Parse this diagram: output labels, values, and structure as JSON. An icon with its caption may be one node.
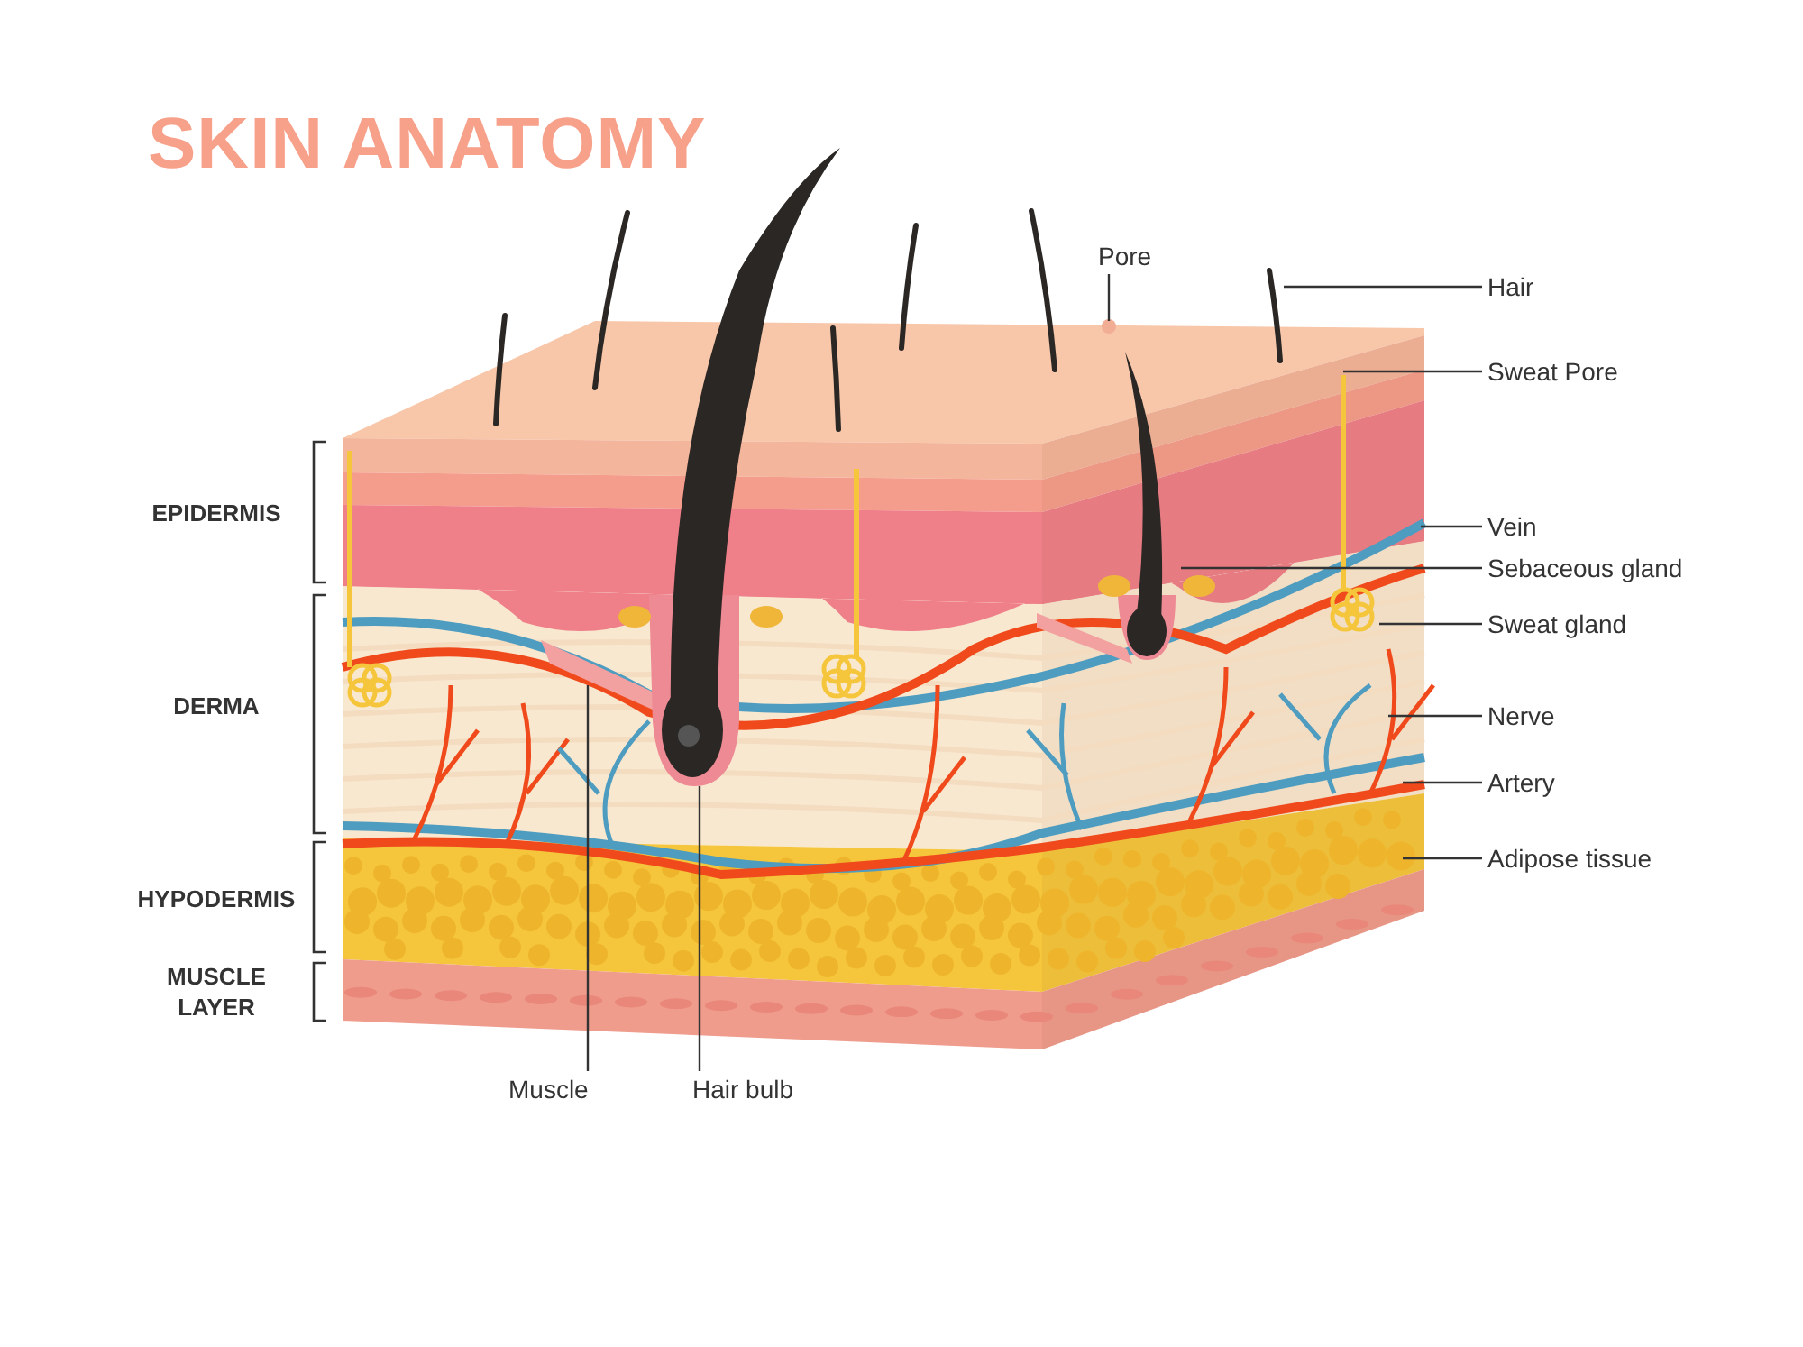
{
  "diagram": {
    "title": "SKIN ANATOMY",
    "nodes": [
      {
        "text": [
          "Pore"
        ]
      },
      {
        "text": [
          "Hair"
        ]
      },
      {
        "text": [
          "Sweat Pore"
        ]
      },
      {
        "text": [
          "Vein"
        ]
      },
      {
        "text": [
          "Sebaceous gland"
        ]
      },
      {
        "text": [
          "Sweat gland"
        ]
      },
      {
        "text": [
          "Nerve"
        ]
      },
      {
        "text": [
          "Artery"
        ]
      },
      {
        "text": [
          "Adipose tissue"
        ]
      },
      {
        "text": [
          "Muscle"
        ]
      },
      {
        "text": [
          "Hair bulb"
        ]
      }
    ],
    "edges": [
      {
        "from": 0,
        "to": null,
        "arrow": "none"
      },
      {
        "from": 1,
        "to": null,
        "arrow": "none"
      },
      {
        "from": 2,
        "to": null,
        "arrow": "none"
      },
      {
        "from": 3,
        "to": null,
        "arrow": "none"
      },
      {
        "from": 4,
        "to": null,
        "arrow": "none"
      },
      {
        "from": 5,
        "to": null,
        "arrow": "none"
      },
      {
        "from": 6,
        "to": null,
        "arrow": "none"
      },
      {
        "from": 7,
        "to": null,
        "arrow": "none"
      },
      {
        "from": 8,
        "to": null,
        "arrow": "none"
      },
      {
        "from": 9,
        "to": null,
        "arrow": "none"
      },
      {
        "from": 10,
        "to": null,
        "arrow": "none"
      }
    ],
    "labels": [
      "EPIDERMIS",
      "DERMA",
      "HYPODERMIS",
      "MUSCLE LAYER"
    ]
  }
}
